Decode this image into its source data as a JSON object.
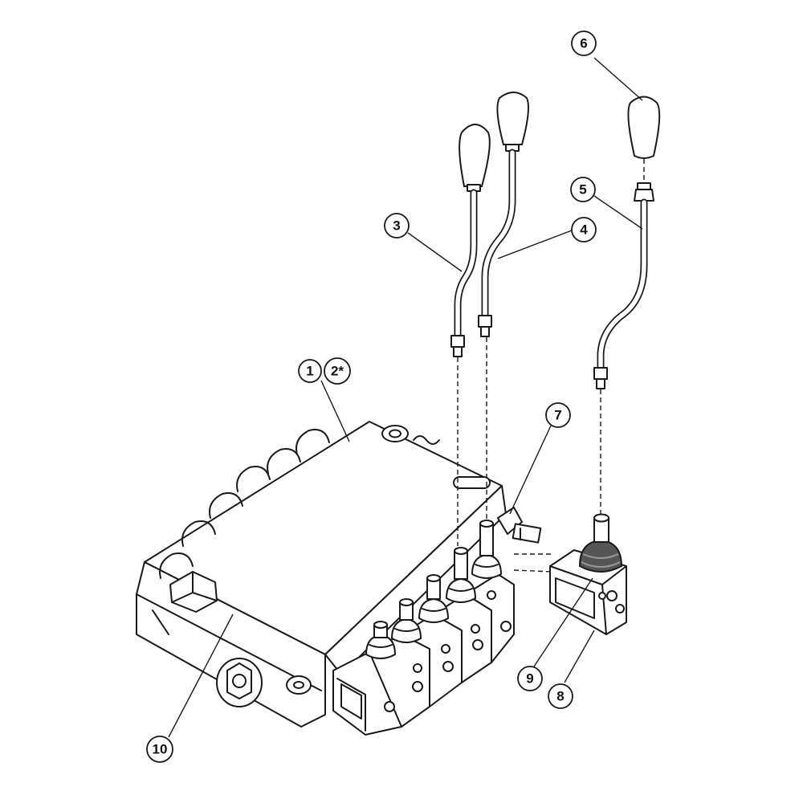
{
  "callouts": {
    "c1": "1",
    "c2": "2*",
    "c3": "3",
    "c4": "4",
    "c5": "5",
    "c6": "6",
    "c7": "7",
    "c8": "8",
    "c9": "9",
    "c10": "10"
  },
  "colors": {
    "line": "#1a1a1a",
    "background": "#ffffff",
    "boot_fill": "#555555"
  }
}
